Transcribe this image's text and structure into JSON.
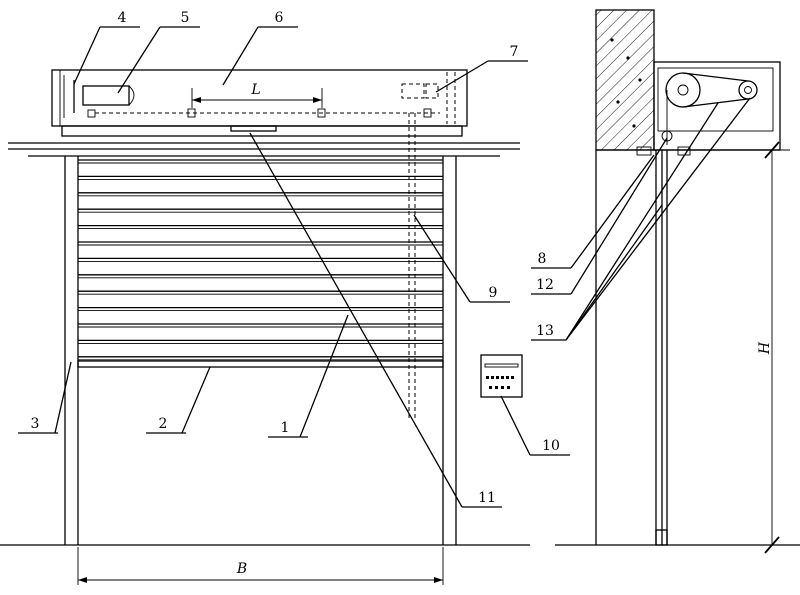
{
  "callouts": [
    "1",
    "2",
    "3",
    "4",
    "5",
    "6",
    "7",
    "8",
    "9",
    "10",
    "11",
    "12",
    "13"
  ],
  "dimensions": {
    "length": "L",
    "width": "B",
    "height": "H"
  },
  "controller_icon": "control-box-icon",
  "hatch_icon": "concrete-wall-hatch"
}
